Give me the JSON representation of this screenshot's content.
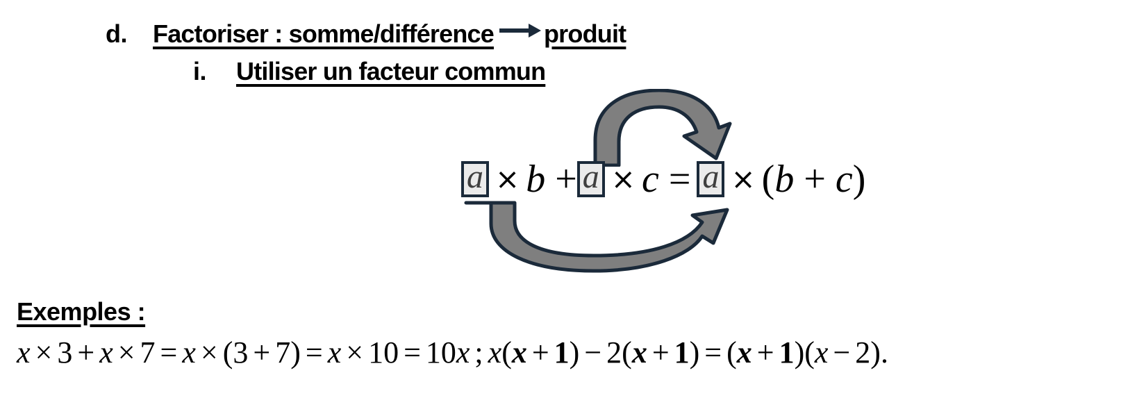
{
  "document": {
    "language": "fr",
    "background_color": "#ffffff",
    "text_color": "#000000"
  },
  "headings": {
    "section": {
      "marker": "d.",
      "text_before_arrow": "Factoriser : somme/différence",
      "arrow_glyph": "⟶",
      "arrow_name": "long-rightwards-arrow",
      "arrow_color": "#1b2a3a",
      "text_after_arrow": "produit",
      "full_text": "Factoriser : somme/différence ⟶ produit"
    },
    "subsection": {
      "marker": "i.",
      "text": "Utiliser un facteur commun"
    }
  },
  "identity": {
    "description": "a × b + a × c = a × (b + c)",
    "box_fill": "#ebebeb",
    "box_border": "#1b2a3a",
    "box_text_color": "#3f3f3f",
    "tokens": [
      {
        "kind": "boxed",
        "text": "a"
      },
      {
        "kind": "op",
        "text": "×"
      },
      {
        "kind": "var",
        "text": "b"
      },
      {
        "kind": "op",
        "text": "+"
      },
      {
        "kind": "boxed",
        "text": "a"
      },
      {
        "kind": "op",
        "text": "×"
      },
      {
        "kind": "var",
        "text": "c"
      },
      {
        "kind": "op",
        "text": "="
      },
      {
        "kind": "boxed",
        "text": "a"
      },
      {
        "kind": "op",
        "text": "×"
      },
      {
        "kind": "paren",
        "text": "("
      },
      {
        "kind": "var",
        "text": "b"
      },
      {
        "kind": "op",
        "text": "+"
      },
      {
        "kind": "var",
        "text": "c"
      },
      {
        "kind": "paren",
        "text": ")"
      }
    ],
    "boxed_letter": "a",
    "multiply_symbol": "×",
    "plus_symbol": "+",
    "equals_symbol": "=",
    "open_paren": "(",
    "close_paren": ")",
    "var_b": "b",
    "var_c": "c"
  },
  "arrows": {
    "fill_color": "#7f7f7f",
    "stroke_color": "#1b2a3a",
    "top": {
      "name": "curved-arrow-top",
      "from": "second-boxed-a",
      "to": "third-boxed-a",
      "direction": "clockwise-over"
    },
    "bottom": {
      "name": "curved-arrow-bottom",
      "from": "first-boxed-a",
      "to": "third-boxed-a",
      "direction": "counterclockwise-under"
    }
  },
  "examples": {
    "title": "Exemples :",
    "line_plain": "x × 3 + x × 7 = x × (3 + 7) = x × 10 = 10x ; x(x + 1) − 2(x + 1) = (x + 1)(x − 2).",
    "example_1": {
      "steps": [
        "x × 3 + x × 7",
        "x × (3 + 7)",
        "x × 10",
        "10x"
      ]
    },
    "separator": ";",
    "example_2": {
      "steps": [
        "x(x + 1) − 2(x + 1)",
        "(x + 1)(x − 2)"
      ],
      "terminator": "."
    },
    "tokens": [
      {
        "t": "x",
        "s": "var"
      },
      {
        "t": "×",
        "s": "op"
      },
      {
        "t": "3",
        "s": "num"
      },
      {
        "t": "+",
        "s": "op"
      },
      {
        "t": "x",
        "s": "var"
      },
      {
        "t": "×",
        "s": "op"
      },
      {
        "t": "7",
        "s": "num"
      },
      {
        "t": "=",
        "s": "op"
      },
      {
        "t": "x",
        "s": "var"
      },
      {
        "t": "×",
        "s": "op"
      },
      {
        "t": "(",
        "s": "num"
      },
      {
        "t": "3",
        "s": "num"
      },
      {
        "t": "+",
        "s": "op"
      },
      {
        "t": "7",
        "s": "num"
      },
      {
        "t": ")",
        "s": "num"
      },
      {
        "t": "=",
        "s": "op"
      },
      {
        "t": "x",
        "s": "var"
      },
      {
        "t": "×",
        "s": "op"
      },
      {
        "t": "10",
        "s": "num"
      },
      {
        "t": "=",
        "s": "op"
      },
      {
        "t": "10",
        "s": "num"
      },
      {
        "t": "x",
        "s": "var"
      },
      {
        "t": ";",
        "s": "num"
      },
      {
        "t": "x",
        "s": "var"
      },
      {
        "t": "(",
        "s": "num"
      },
      {
        "t": "x",
        "s": "boldvar"
      },
      {
        "t": "+",
        "s": "op"
      },
      {
        "t": "1",
        "s": "boldnum"
      },
      {
        "t": ")",
        "s": "num"
      },
      {
        "t": "−",
        "s": "op"
      },
      {
        "t": "2",
        "s": "num"
      },
      {
        "t": "(",
        "s": "num"
      },
      {
        "t": "x",
        "s": "boldvar"
      },
      {
        "t": "+",
        "s": "op"
      },
      {
        "t": "1",
        "s": "boldnum"
      },
      {
        "t": ")",
        "s": "num"
      },
      {
        "t": "=",
        "s": "op"
      },
      {
        "t": "(",
        "s": "num"
      },
      {
        "t": "x",
        "s": "boldvar"
      },
      {
        "t": "+",
        "s": "op"
      },
      {
        "t": "1",
        "s": "boldnum"
      },
      {
        "t": ")",
        "s": "num"
      },
      {
        "t": "(",
        "s": "num"
      },
      {
        "t": "x",
        "s": "var"
      },
      {
        "t": "−",
        "s": "op"
      },
      {
        "t": "2",
        "s": "num"
      },
      {
        "t": ")",
        "s": "num"
      },
      {
        "t": ".",
        "s": "num"
      }
    ]
  }
}
